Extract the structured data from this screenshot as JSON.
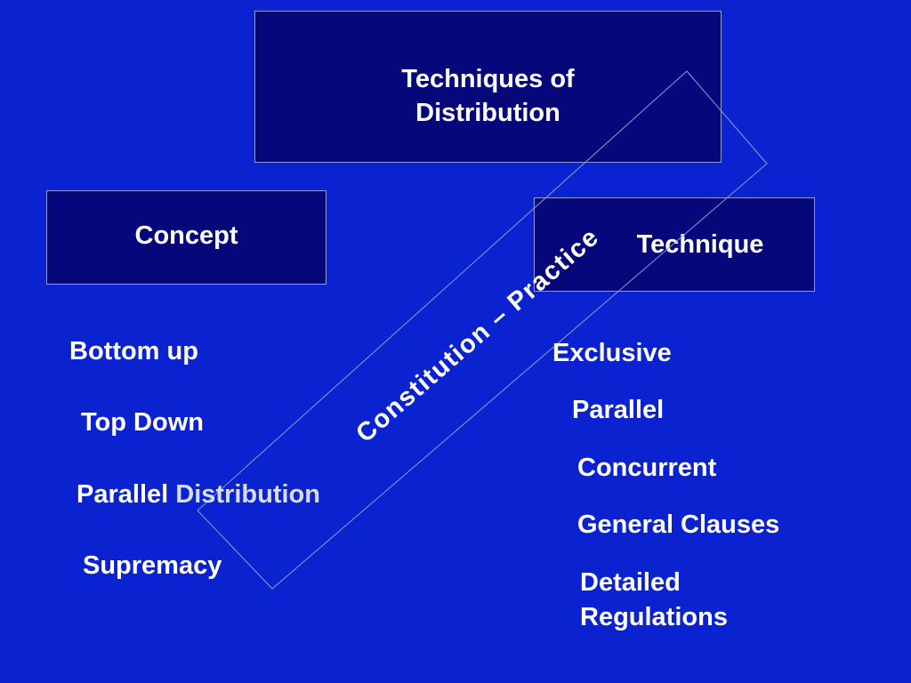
{
  "colors": {
    "background": "#0a22d0",
    "box_fill": "#05077a",
    "box_border": "#8f9bd6",
    "text": "#ffffff",
    "diagonal_line": "#8f9bd6"
  },
  "title": {
    "line1": "Techniques of",
    "line2": "Distribution"
  },
  "concept": {
    "label": "Concept",
    "items": [
      "Bottom up",
      "Top Down",
      "Parallel ",
      "Supremacy"
    ],
    "parallel_highlight": "Distribution"
  },
  "technique": {
    "label": "Technique",
    "items": [
      "Exclusive",
      "Parallel",
      "Concurrent",
      "General Clauses"
    ],
    "detailed_line1": "Detailed",
    "detailed_line2": "Regulations"
  },
  "bridge": {
    "label": "Constitution – Practice"
  }
}
